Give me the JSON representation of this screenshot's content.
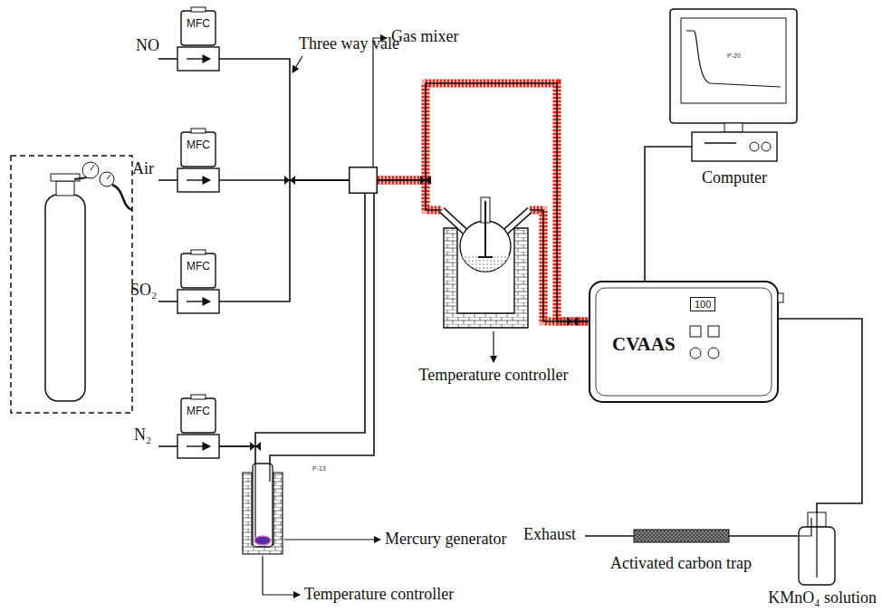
{
  "diagram": {
    "nodes": [
      {
        "text": [
          "MFC"
        ]
      },
      {
        "text": [
          "MFC"
        ]
      },
      {
        "text": [
          "MFC"
        ]
      },
      {
        "text": [
          "MFC"
        ]
      },
      {
        "text": [
          "Gas mixer"
        ]
      },
      {
        "text": [
          "Temperature controller"
        ]
      },
      {
        "text": [
          "CVAAS",
          "100"
        ]
      },
      {
        "text": [
          "Computer"
        ]
      },
      {
        "text": [
          "Mercury generator",
          "Temperature controller"
        ]
      },
      {
        "text": [
          "KMnO₄ solution"
        ]
      },
      {
        "text": [
          "Activated carbon trap"
        ]
      }
    ],
    "edges": [
      {
        "from": 0,
        "to": 4,
        "arrow": "none"
      },
      {
        "from": 1,
        "to": 4,
        "arrow": "none"
      },
      {
        "from": 2,
        "to": 4,
        "arrow": "none"
      },
      {
        "from": 4,
        "to": 5,
        "arrow": "none"
      },
      {
        "from": 4,
        "to": 6,
        "arrow": "none"
      },
      {
        "from": 5,
        "to": 6,
        "arrow": "none"
      },
      {
        "from": 3,
        "to": 8,
        "arrow": "none"
      },
      {
        "from": 8,
        "to": 4,
        "arrow": "none"
      },
      {
        "from": 3,
        "to": 4,
        "arrow": "none"
      },
      {
        "from": 6,
        "to": 7,
        "arrow": "none"
      },
      {
        "from": 6,
        "to": 9,
        "arrow": "none"
      },
      {
        "from": 9,
        "to": 10,
        "arrow": "none"
      }
    ],
    "labels": [
      "NO",
      "Air",
      "SO₂",
      "N₂",
      "Three way vale",
      "P-20",
      "P-13",
      "Exhaust"
    ]
  }
}
